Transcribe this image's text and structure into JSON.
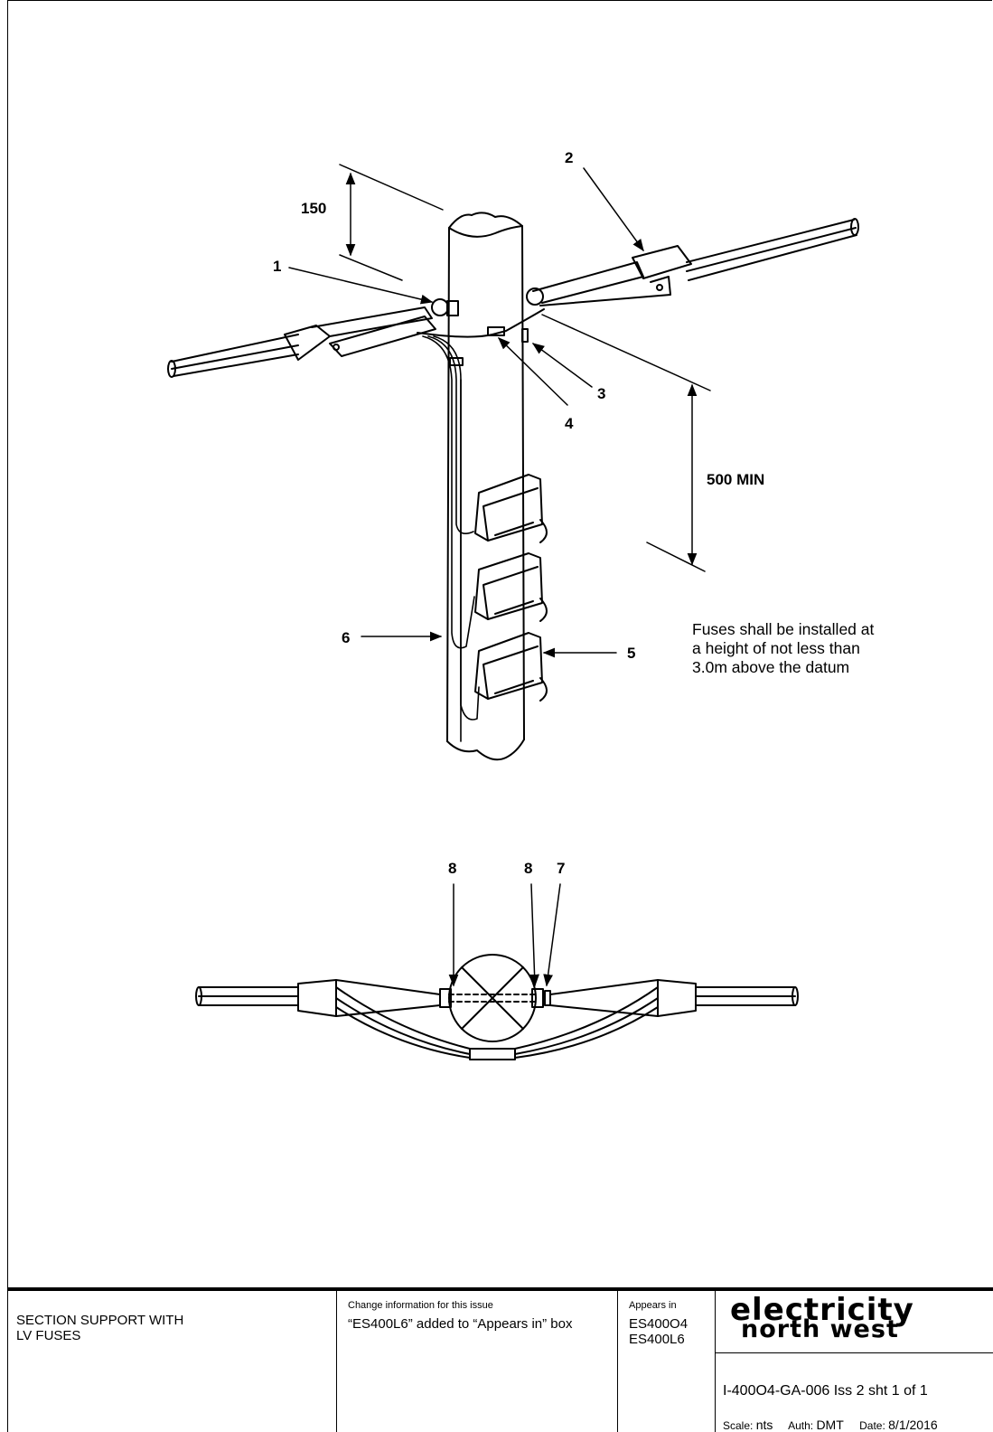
{
  "diagram": {
    "callouts": {
      "c1": "1",
      "c2": "2",
      "c3": "3",
      "c4": "4",
      "c5": "5",
      "c6": "6",
      "c7": "7",
      "c8a": "8",
      "c8b": "8"
    },
    "dimensions": {
      "top": "150",
      "side": "500 MIN"
    },
    "note": [
      "Fuses shall be installed at",
      "a height of not less than",
      "3.0m above the datum"
    ]
  },
  "title_block": {
    "title_line1": "SECTION SUPPORT WITH",
    "title_line2": "LV FUSES",
    "change_label": "Change information for this issue",
    "change_text": "“ES400L6” added to “Appears in” box",
    "appears_label": "Appears in",
    "appears_items": [
      "ES400O4",
      "ES400L6"
    ],
    "brand_line1": "electricity",
    "brand_line2": "north west",
    "drawing_number": "I-400O4-GA-006 Iss 2 sht 1 of 1",
    "scale_label": "Scale:",
    "scale_value": "nts",
    "auth_label": "Auth:",
    "auth_value": "DMT",
    "date_label": "Date:",
    "date_value": "8/1/2016"
  },
  "colors": {
    "line": "#000000",
    "background": "#ffffff"
  }
}
